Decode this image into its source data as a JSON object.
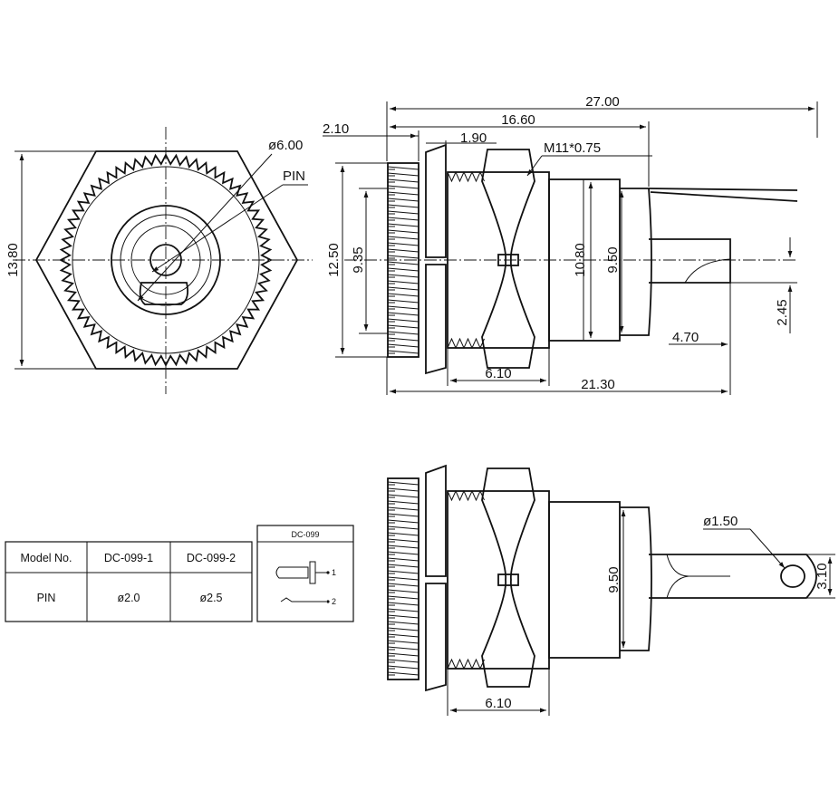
{
  "front_view": {
    "dim_height": "13.80",
    "dim_diameter": "ø6.00",
    "label_pin": "PIN"
  },
  "side_view": {
    "dim_overall_length": "27.00",
    "dim_body_length": "16.60",
    "dim_flange": "2.10",
    "dim_gap": "1.90",
    "dim_thread": "M11*0.75",
    "dim_knurl_dia": "12.50",
    "dim_inner_dia": "9.35",
    "dim_nut_dia": "10.80",
    "dim_body_dia": "9.50",
    "dim_tab_offset": "2.45",
    "dim_tab_length": "4.70",
    "dim_thread_len": "6.10",
    "dim_body_to_tab": "21.30"
  },
  "bottom_view": {
    "dim_hole": "ø1.50",
    "dim_tab_width": "3.10",
    "dim_body_dia": "9.50",
    "dim_thread_len": "6.10"
  },
  "model_table": {
    "headers": [
      "Model  No.",
      "DC-099-1",
      "DC-099-2"
    ],
    "row_label": "PIN",
    "row_values": [
      "ø2.0",
      "ø2.5"
    ]
  },
  "schematic": {
    "title": "DC-099",
    "pin1": "1",
    "pin2": "2"
  }
}
